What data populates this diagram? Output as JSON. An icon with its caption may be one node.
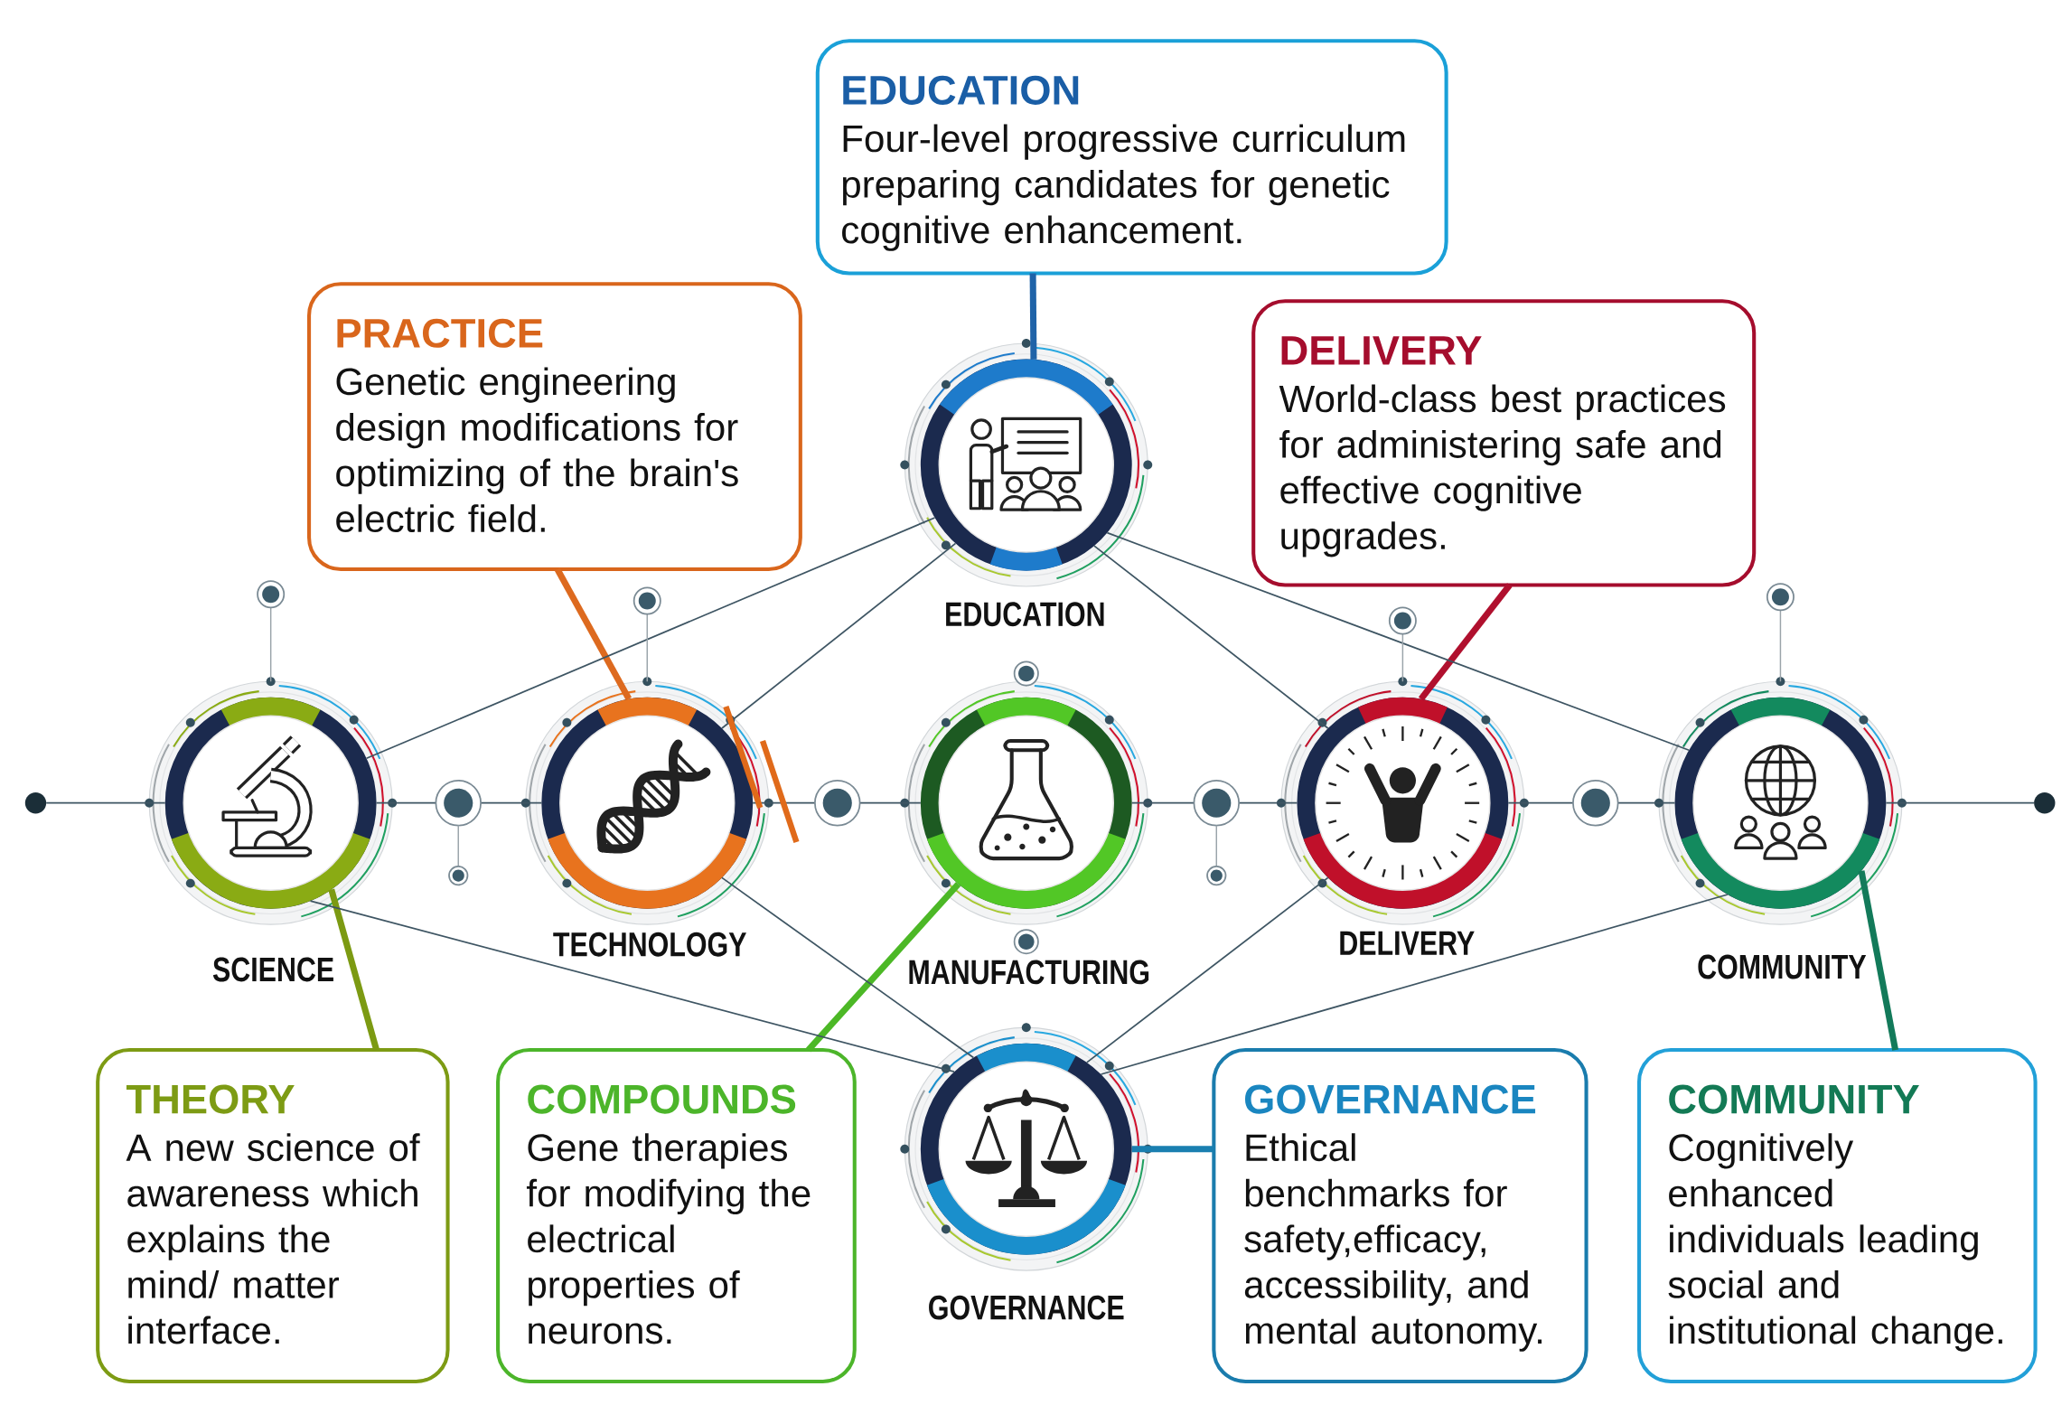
{
  "diagram": {
    "nodes": [
      {
        "text": [
          "EDUCATION",
          "Four-level progressive curriculum preparing candidates for genetic cognitive enhancement."
        ]
      },
      {
        "text": [
          "PRACTICE",
          "Genetic engineering design modifications for optimizing of the brain's electric field."
        ]
      },
      {
        "text": [
          "DELIVERY",
          "World-class best practices for administering safe and effective cognitive upgrades."
        ]
      },
      {
        "text": [
          "EDUCATION"
        ]
      },
      {
        "text": [],
        "shape": "circle"
      },
      {
        "text": [
          "SCIENCE"
        ]
      },
      {
        "text": [
          "TECHNOLOGY"
        ]
      },
      {
        "text": [
          "MANUFACTURING"
        ]
      },
      {
        "text": [
          "DELIVERY"
        ]
      },
      {
        "text": [
          "COMMUNITY"
        ]
      },
      {
        "text": [],
        "shape": "circle"
      },
      {
        "text": [
          "THEORY",
          "A new science of awareness which explains the mind/ matter interface."
        ]
      },
      {
        "text": [
          "COMPOUNDS",
          "Gene therapies for modifying the electrical properties of neurons."
        ]
      },
      {
        "text": [
          "GOVERNANCE"
        ]
      },
      {
        "text": [
          "GOVERNANCE",
          "Ethical benchmarks for safety,efficacy, accessibility, and mental autonomy."
        ]
      },
      {
        "text": [
          "COMMUNITY",
          "Cognitively enhanced individuals leading social and institutional change."
        ]
      }
    ],
    "edges": [
      {
        "from": 0,
        "to": 3,
        "arrow": "none",
        "style": "thick",
        "color": "#1f63a8"
      },
      {
        "from": 1,
        "to": 6,
        "arrow": "none",
        "style": "thick",
        "color": "#dd6a1f"
      },
      {
        "from": 2,
        "to": 8,
        "arrow": "none",
        "style": "thick",
        "color": "#b0102e"
      },
      {
        "from": 11,
        "to": 5,
        "arrow": "none",
        "style": "thick",
        "color": "#7c9a12"
      },
      {
        "from": 12,
        "to": 7,
        "arrow": "none",
        "style": "thick",
        "color": "#4cb826"
      },
      {
        "from": 14,
        "to": 13,
        "arrow": "none",
        "style": "thick",
        "color": "#1a7fb0"
      },
      {
        "from": 15,
        "to": 9,
        "arrow": "none",
        "style": "thick",
        "color": "#137a5a"
      },
      {
        "from": 4,
        "to": 5,
        "arrow": "none"
      },
      {
        "from": 5,
        "to": 6,
        "arrow": "none"
      },
      {
        "from": 6,
        "to": 7,
        "arrow": "none"
      },
      {
        "from": 7,
        "to": 8,
        "arrow": "none"
      },
      {
        "from": 8,
        "to": 9,
        "arrow": "none"
      },
      {
        "from": 9,
        "to": 10,
        "arrow": "none"
      },
      {
        "from": 5,
        "to": 3,
        "arrow": "none"
      },
      {
        "from": 6,
        "to": 3,
        "arrow": "none"
      },
      {
        "from": 3,
        "to": 8,
        "arrow": "none"
      },
      {
        "from": 3,
        "to": 9,
        "arrow": "none"
      },
      {
        "from": 5,
        "to": 13,
        "arrow": "none"
      },
      {
        "from": 6,
        "to": 13,
        "arrow": "none"
      },
      {
        "from": 13,
        "to": 8,
        "arrow": "none"
      },
      {
        "from": 13,
        "to": 9,
        "arrow": "none"
      }
    ]
  }
}
